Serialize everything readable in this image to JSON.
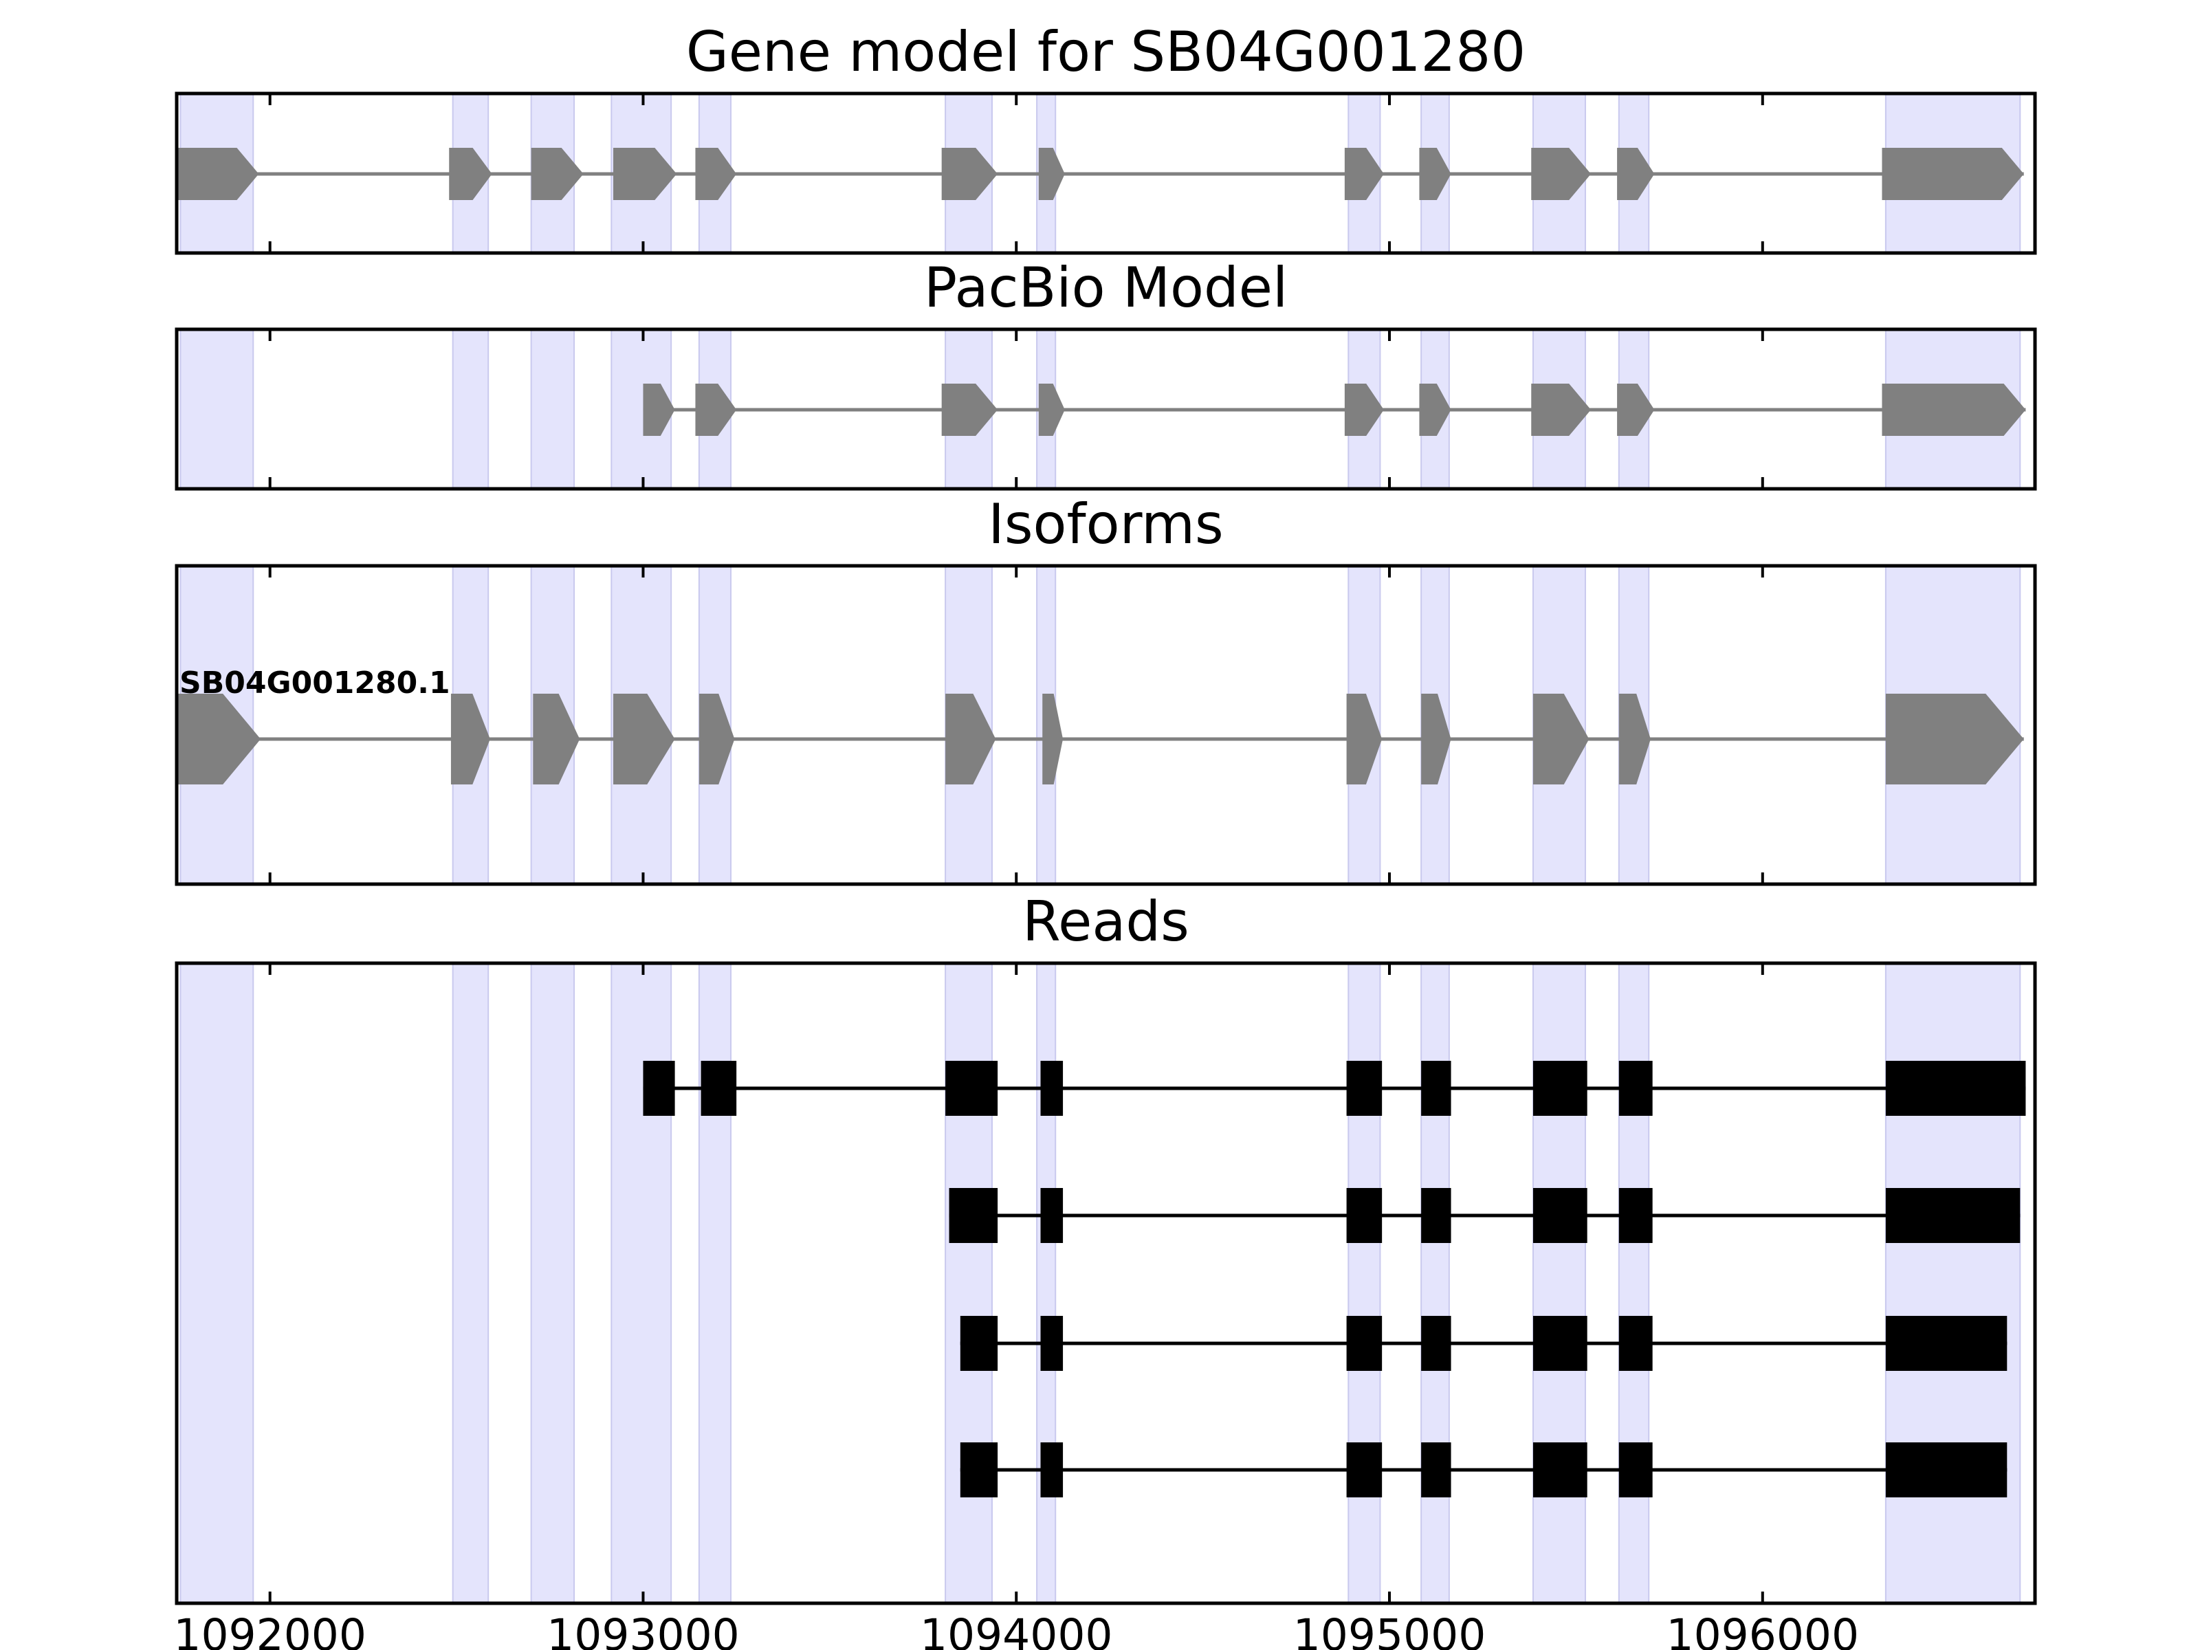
{
  "chart_data": {
    "type": "gene_model_track",
    "xlim": [
      1091750,
      1096730
    ],
    "x_ticks": [
      1092000,
      1093000,
      1094000,
      1095000,
      1096000
    ],
    "x_tick_labels": [
      "1092000",
      "1093000",
      "1094000",
      "1095000",
      "1096000"
    ],
    "exon_regions": [
      [
        1091760,
        1091955
      ],
      [
        1092490,
        1092585
      ],
      [
        1092700,
        1092815
      ],
      [
        1092915,
        1093075
      ],
      [
        1093150,
        1093235
      ],
      [
        1093810,
        1093935
      ],
      [
        1094055,
        1094105
      ],
      [
        1094890,
        1094975
      ],
      [
        1095085,
        1095160
      ],
      [
        1095385,
        1095525
      ],
      [
        1095615,
        1095695
      ],
      [
        1096330,
        1096690
      ]
    ],
    "panels": [
      {
        "title": "Gene model for SB04G001280",
        "kind": "gene",
        "color": "#808080",
        "tracks": [
          {
            "label": "",
            "exons": [
              [
                1091750,
                1091970
              ],
              [
                1092480,
                1092595
              ],
              [
                1092700,
                1092840
              ],
              [
                1092920,
                1093090
              ],
              [
                1093140,
                1093250
              ],
              [
                1093800,
                1093950
              ],
              [
                1094060,
                1094130
              ],
              [
                1094880,
                1094985
              ],
              [
                1095080,
                1095165
              ],
              [
                1095380,
                1095540
              ],
              [
                1095610,
                1095710
              ],
              [
                1096320,
                1096700
              ]
            ]
          }
        ]
      },
      {
        "title": "PacBio Model",
        "kind": "gene",
        "color": "#808080",
        "tracks": [
          {
            "label": "",
            "exons": [
              [
                1093000,
                1093085
              ],
              [
                1093140,
                1093250
              ],
              [
                1093800,
                1093950
              ],
              [
                1094060,
                1094130
              ],
              [
                1094880,
                1094985
              ],
              [
                1095080,
                1095165
              ],
              [
                1095380,
                1095540
              ],
              [
                1095610,
                1095710
              ],
              [
                1096320,
                1096705
              ]
            ]
          }
        ]
      },
      {
        "title": "Isoforms",
        "kind": "gene",
        "color": "#808080",
        "tracks": [
          {
            "label": "SB04G001280.1",
            "exons": [
              [
                1091750,
                1091975
              ],
              [
                1092485,
                1092590
              ],
              [
                1092705,
                1092830
              ],
              [
                1092920,
                1093085
              ],
              [
                1093150,
                1093245
              ],
              [
                1093810,
                1093945
              ],
              [
                1094070,
                1094125
              ],
              [
                1094885,
                1094980
              ],
              [
                1095085,
                1095165
              ],
              [
                1095385,
                1095535
              ],
              [
                1095615,
                1095700
              ],
              [
                1096330,
                1096700
              ]
            ]
          }
        ]
      },
      {
        "title": "Reads",
        "kind": "read",
        "color": "#000000",
        "tracks": [
          {
            "label": "",
            "exons": [
              [
                1093000,
                1093085
              ],
              [
                1093155,
                1093250
              ],
              [
                1093810,
                1093950
              ],
              [
                1094065,
                1094125
              ],
              [
                1094885,
                1094980
              ],
              [
                1095085,
                1095165
              ],
              [
                1095385,
                1095530
              ],
              [
                1095615,
                1095705
              ],
              [
                1096330,
                1096705
              ]
            ]
          },
          {
            "label": "",
            "exons": [
              [
                1093820,
                1093950
              ],
              [
                1094065,
                1094125
              ],
              [
                1094885,
                1094980
              ],
              [
                1095085,
                1095165
              ],
              [
                1095385,
                1095530
              ],
              [
                1095615,
                1095705
              ],
              [
                1096330,
                1096690
              ]
            ]
          },
          {
            "label": "",
            "exons": [
              [
                1093850,
                1093950
              ],
              [
                1094065,
                1094125
              ],
              [
                1094885,
                1094980
              ],
              [
                1095085,
                1095165
              ],
              [
                1095385,
                1095530
              ],
              [
                1095615,
                1095705
              ],
              [
                1096330,
                1096655
              ]
            ]
          },
          {
            "label": "",
            "exons": [
              [
                1093850,
                1093950
              ],
              [
                1094065,
                1094125
              ],
              [
                1094885,
                1094980
              ],
              [
                1095085,
                1095165
              ],
              [
                1095385,
                1095530
              ],
              [
                1095615,
                1095705
              ],
              [
                1096330,
                1096655
              ]
            ]
          }
        ]
      }
    ],
    "colors": {
      "exon_highlight": "#e4e4fc",
      "gene_feature": "#808080",
      "read_feature": "#000000",
      "axes_frame": "#000000"
    }
  }
}
